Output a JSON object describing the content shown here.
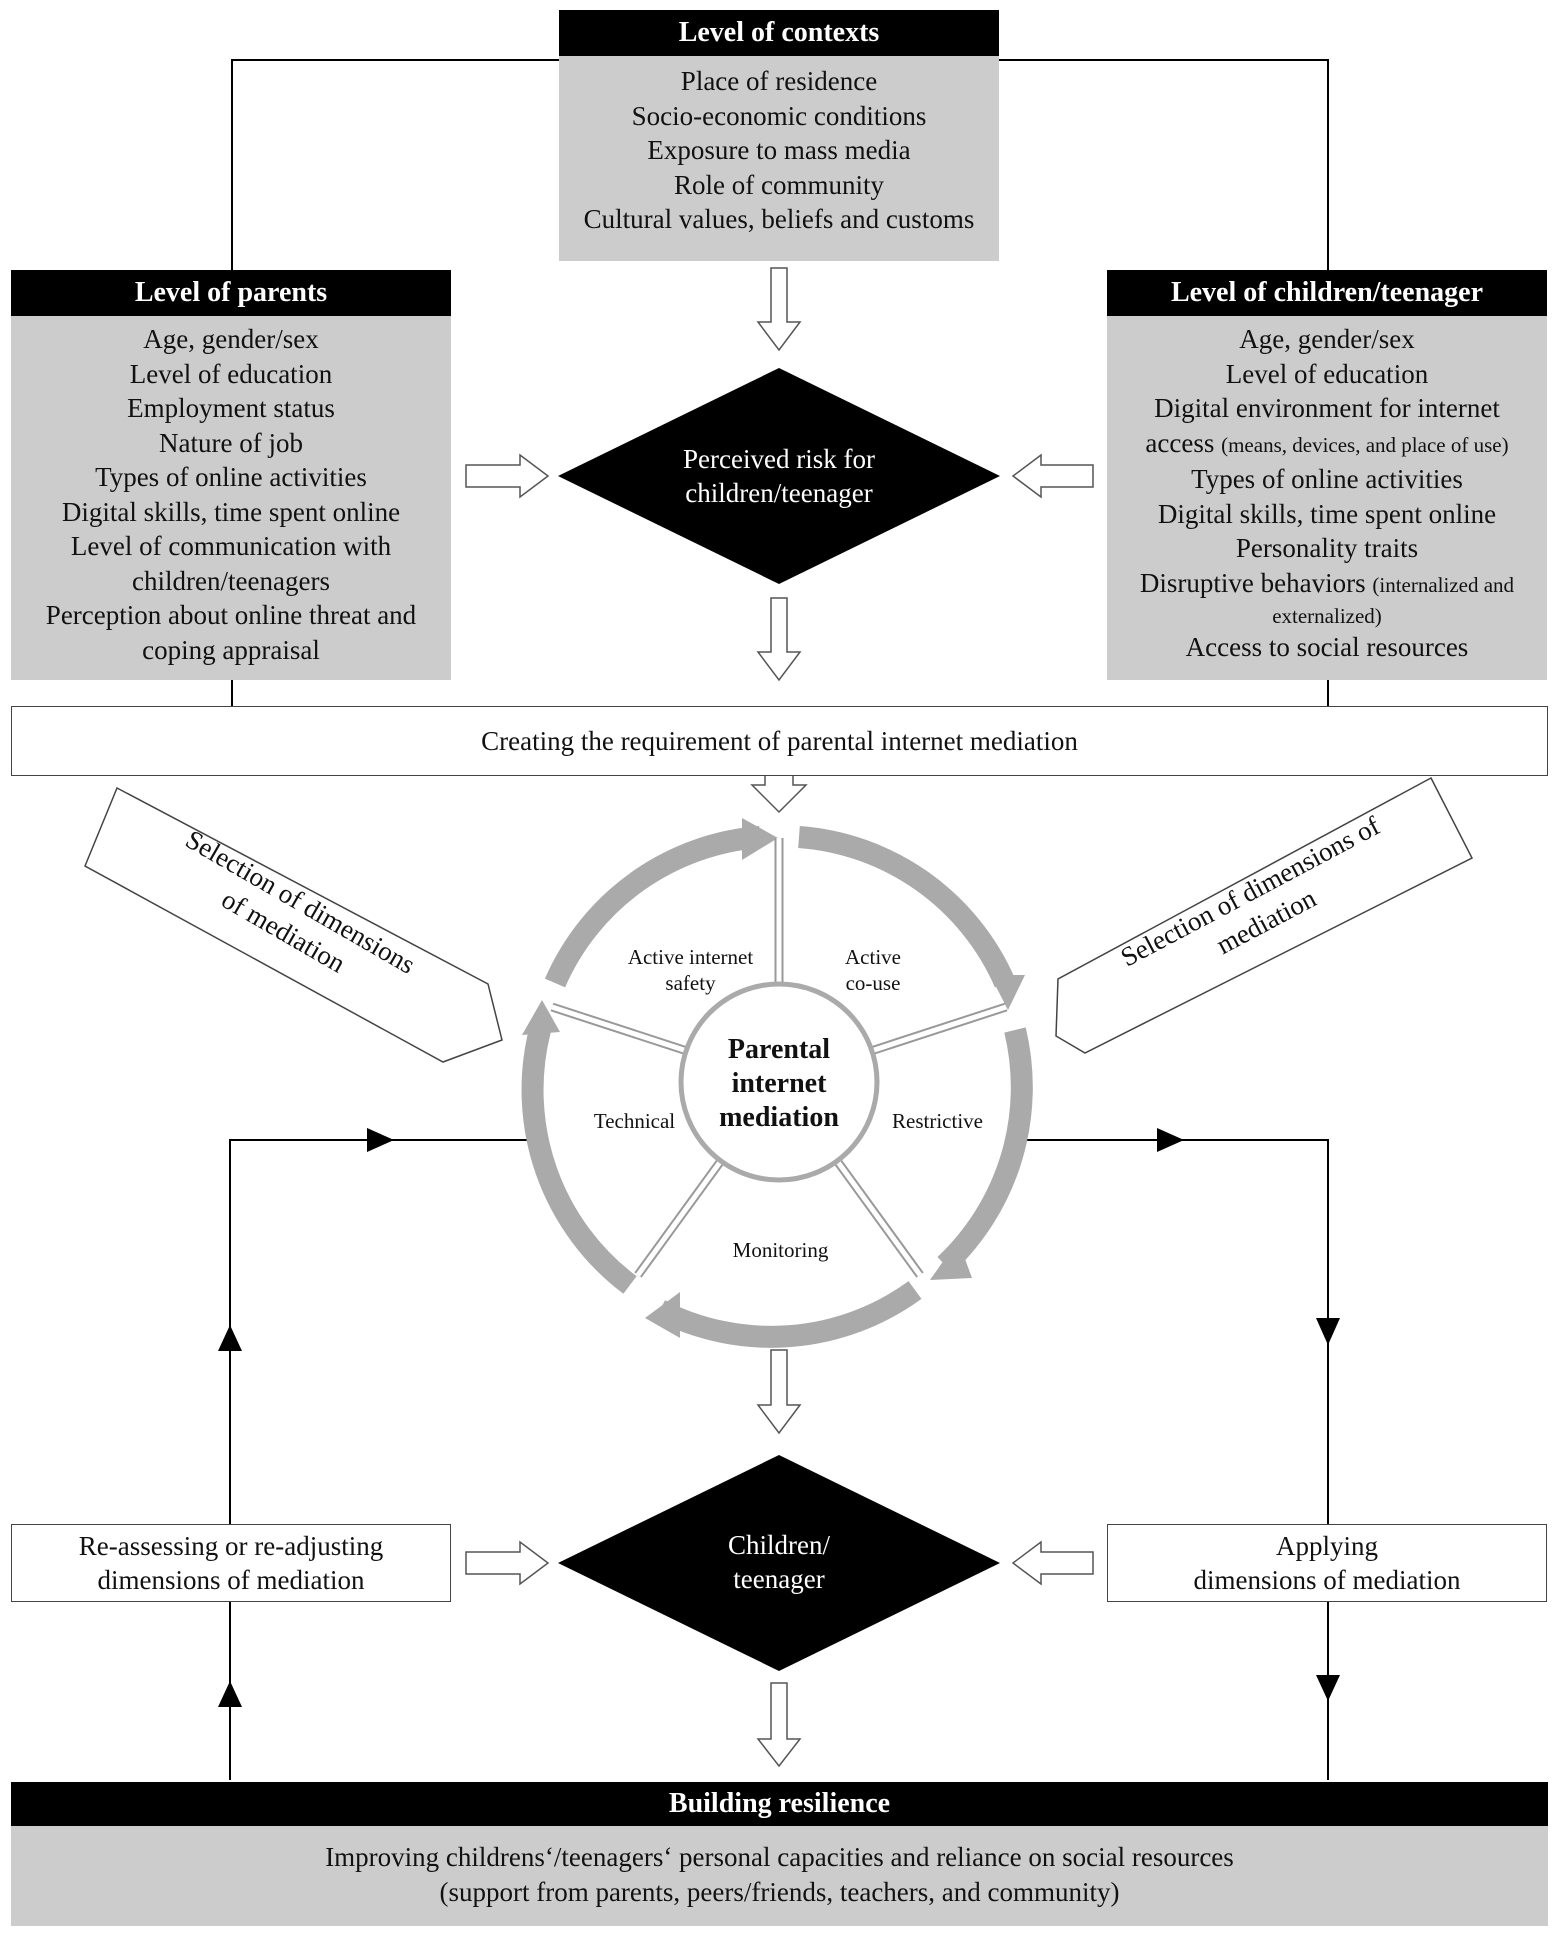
{
  "contexts": {
    "title": "Level of contexts",
    "items": [
      "Place of residence",
      "Socio-economic conditions",
      "Exposure to mass media",
      "Role of community",
      "Cultural values, beliefs and customs"
    ]
  },
  "parents": {
    "title": "Level of parents",
    "items": [
      "Age, gender/sex",
      "Level of education",
      "Employment status",
      "Nature of job",
      "Types of online activities",
      "Digital skills, time spent online",
      "Level of communication with",
      "children/teenagers",
      "Perception about online threat and",
      "coping appraisal"
    ]
  },
  "children": {
    "title": "Level of children/teenager",
    "l1": "Age, gender/sex",
    "l2": "Level of education",
    "l3": "Digital environment for internet",
    "l4a": "access",
    "l4b": "(means, devices, and place of use)",
    "l5": "Types of online activities",
    "l6": "Digital skills, time spent online",
    "l7": "Personality traits",
    "l8a": "Disruptive behaviors",
    "l8b": "(internalized and",
    "l9": "externalized)",
    "l10": "Access to social resources"
  },
  "risk": {
    "line1": "Perceived risk for",
    "line2": "children/teenager"
  },
  "requirement": "Creating the requirement of parental internet mediation",
  "selection_left": {
    "line1": "Selection of dimensions",
    "line2": "of mediation"
  },
  "selection_right": {
    "line1": "Selection of dimensions of",
    "line2": "mediation"
  },
  "wheel": {
    "center": [
      "Parental",
      "internet",
      "mediation"
    ],
    "active_safety": [
      "Active internet",
      "safety"
    ],
    "active_couse": [
      "Active",
      "co-use"
    ],
    "restrictive": "Restrictive",
    "monitoring": "Monitoring",
    "technical": "Technical"
  },
  "reassess": {
    "line1": "Re-assessing or re-adjusting",
    "line2": "dimensions of mediation"
  },
  "target": {
    "line1": "Children/",
    "line2": "teenager"
  },
  "apply": {
    "line1": "Applying",
    "line2": "dimensions of mediation"
  },
  "resilience": {
    "title": "Building resilience",
    "line1": "Improving childrens‘/teenagers‘ personal capacities and reliance on social resources",
    "line2": "(support from parents, peers/friends, teachers, and community)"
  }
}
